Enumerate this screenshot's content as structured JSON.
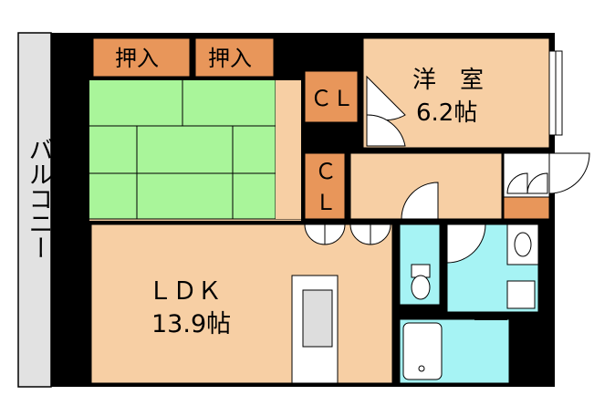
{
  "balcony": {
    "label": "バルコニー"
  },
  "closets": {
    "oshiire_left": "押入",
    "oshiire_right": "押入",
    "cl_upper": "ＣＬ",
    "cl_lower_line1": "Ｃ",
    "cl_lower_line2": "Ｌ"
  },
  "western_room": {
    "name": "洋　室",
    "size": "6.2帖"
  },
  "ldk": {
    "name": "ＬＤＫ",
    "size": "13.9帖"
  },
  "colors": {
    "floor": "#f7cfa4",
    "tatami": "#a9f59a",
    "closet": "#e8965a",
    "wet_area": "#a6f3f4",
    "balcony": "#e2e2e2",
    "wall": "#000000"
  }
}
